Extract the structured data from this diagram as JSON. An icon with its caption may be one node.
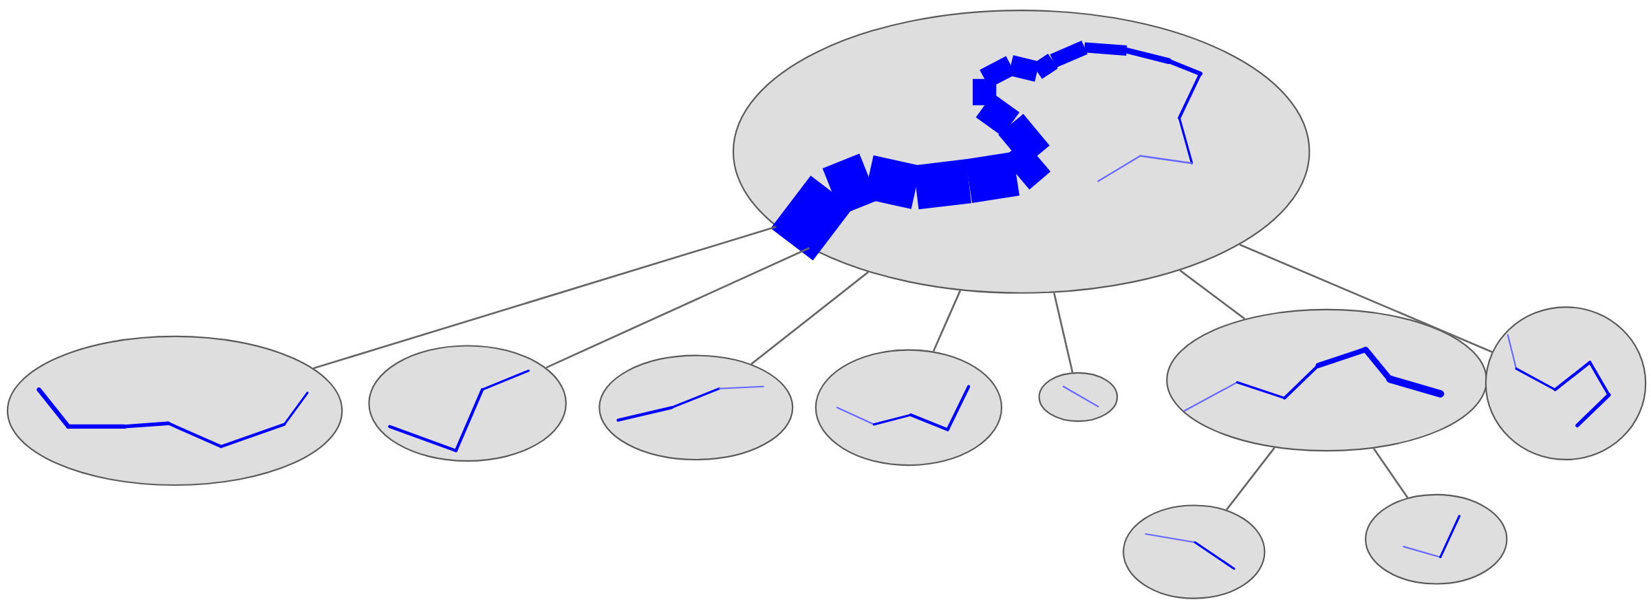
{
  "diagram": {
    "nodes": [
      {
        "text": [],
        "shape": "blob"
      },
      {
        "text": [],
        "shape": "blob"
      },
      {
        "text": [],
        "shape": "blob"
      },
      {
        "text": [],
        "shape": "blob"
      },
      {
        "text": [],
        "shape": "blob"
      },
      {
        "text": [],
        "shape": "blob"
      },
      {
        "text": [],
        "shape": "blob"
      },
      {
        "text": [],
        "shape": "blob"
      },
      {
        "text": [],
        "shape": "blob"
      },
      {
        "text": [],
        "shape": "blob"
      }
    ],
    "edges": [
      {
        "from": 0,
        "to": 1,
        "arrow": "none"
      },
      {
        "from": 0,
        "to": 2,
        "arrow": "none"
      },
      {
        "from": 0,
        "to": 3,
        "arrow": "none"
      },
      {
        "from": 0,
        "to": 4,
        "arrow": "none"
      },
      {
        "from": 0,
        "to": 5,
        "arrow": "none"
      },
      {
        "from": 0,
        "to": 6,
        "arrow": "none"
      },
      {
        "from": 0,
        "to": 7,
        "arrow": "none"
      },
      {
        "from": 6,
        "to": 8,
        "arrow": "none"
      },
      {
        "from": 6,
        "to": 9,
        "arrow": "none"
      }
    ]
  }
}
